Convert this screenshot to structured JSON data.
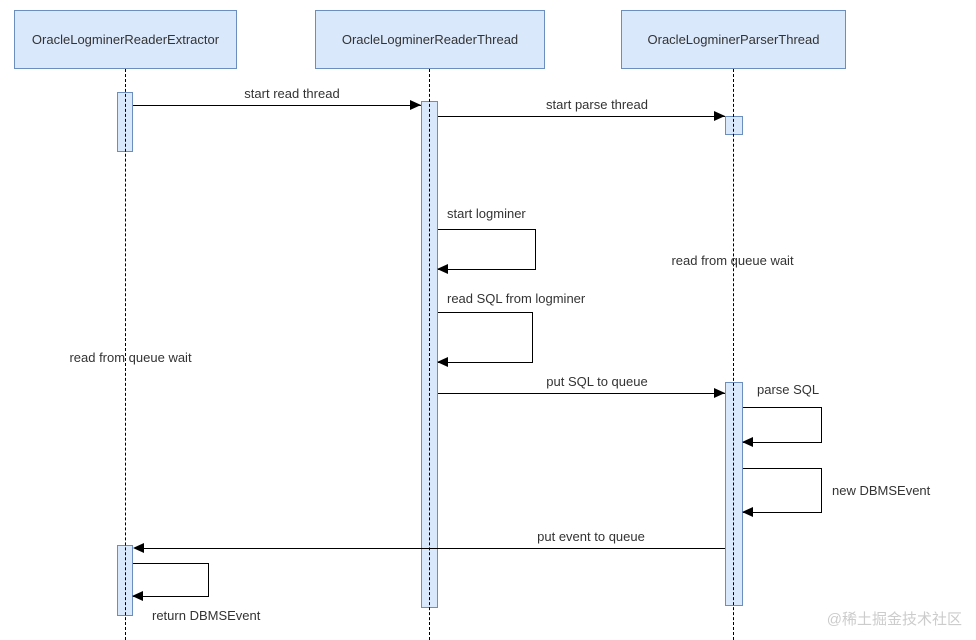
{
  "diagram": {
    "type": "uml-sequence-diagram",
    "participants": [
      {
        "label": "OracleLogminerReaderExtractor"
      },
      {
        "label": "OracleLogminerReaderThread"
      },
      {
        "label": "OracleLogminerParserThread"
      }
    ],
    "messages": {
      "start_read_thread": "start read thread",
      "start_parse_thread": "start parse thread",
      "start_logminer": "start logminer",
      "read_sql_from_logminer": "read SQL from logminer",
      "put_sql_to_queue": "put SQL to queue",
      "parse_sql": "parse SQL",
      "new_dbms_event": "new DBMSEvent",
      "put_event_to_queue": "put event to queue",
      "return_dbms_event": "return DBMSEvent",
      "read_from_queue_wait_left": "read from queue wait",
      "read_from_queue_wait_right": "read from queue wait"
    },
    "watermark": "@稀土掘金技术社区",
    "colors": {
      "box_fill": "#dae8fc",
      "box_border": "#6c8ebf",
      "line": "#000000",
      "text": "#333333",
      "watermark": "#cccccc"
    }
  }
}
